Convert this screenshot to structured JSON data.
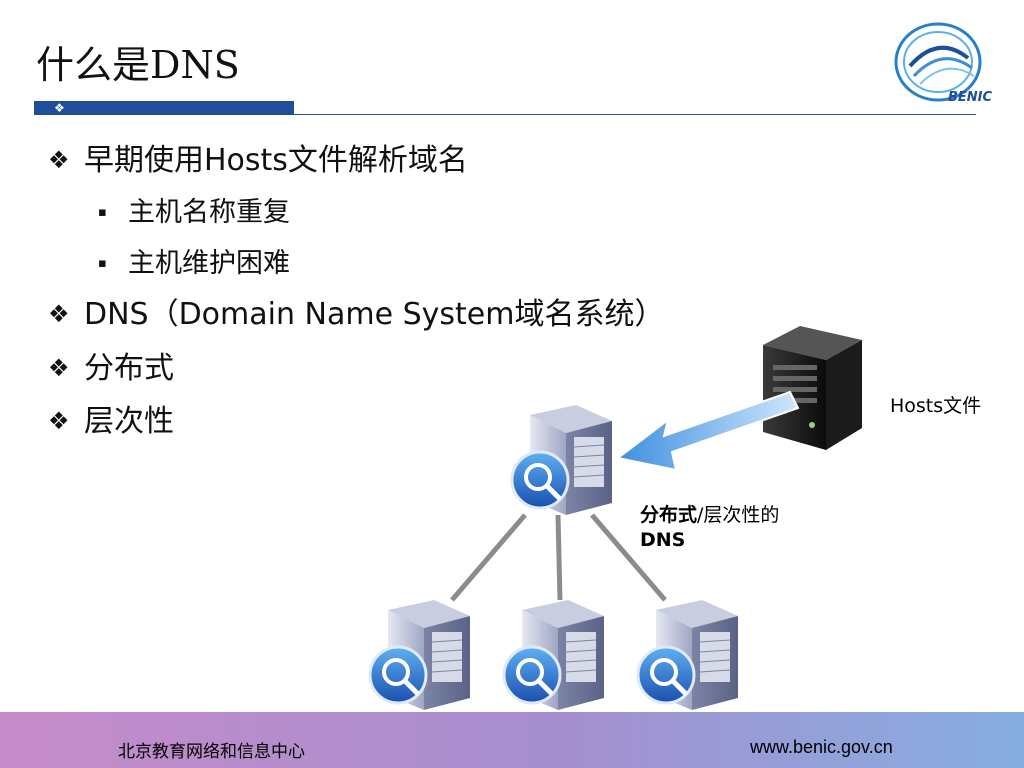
{
  "slide": {
    "title": "什么是DNS",
    "title_bar_mark": "❖",
    "logo_text": "BENIC"
  },
  "bullets": [
    {
      "symbol": "❖",
      "text": "早期使用Hosts文件解析域名"
    },
    {
      "symbol": "▪",
      "text": "主机名称重复"
    },
    {
      "symbol": "▪",
      "text": "主机维护困难"
    },
    {
      "symbol": "❖",
      "text": "DNS（Domain Name System域名系统）"
    },
    {
      "symbol": "❖",
      "text": "分布式"
    },
    {
      "symbol": "❖",
      "text": "层次性"
    }
  ],
  "diagram": {
    "hosts_label": "Hosts文件",
    "dns_label_bold": "分布式",
    "dns_label_rest": "/层次性的",
    "dns_label_line2": "DNS"
  },
  "footer": {
    "org": "北京教育网络和信息中心",
    "url": "www.benic.gov.cn"
  },
  "colors": {
    "accent": "#1f4e9c",
    "arrow": "#5aa0e6"
  }
}
